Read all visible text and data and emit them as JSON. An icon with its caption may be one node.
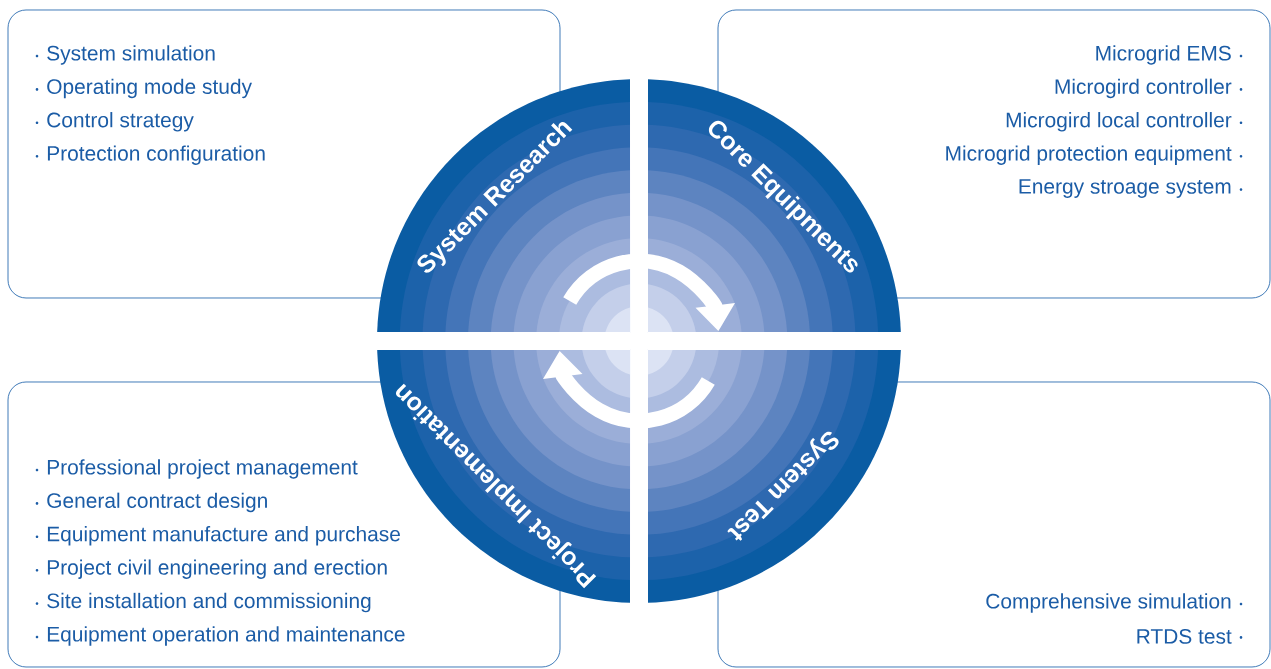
{
  "diagram": {
    "nodes": [
      {
        "text": [
          "System simulation",
          "Operating mode study",
          "Control strategy",
          "Protection configuration"
        ]
      },
      {
        "text": [
          "Microgrid EMS",
          "Microgird controller",
          "Microgird local controller",
          "Microgrid protection equipment",
          "Energy stroage system"
        ]
      },
      {
        "text": [
          "Professional project management",
          "General contract design",
          "Equipment manufacture and purchase",
          "Project civil engineering and erection",
          "Site installation and commissioning",
          "Equipment operation and maintenance"
        ]
      },
      {
        "text": [
          "Comprehensive simulation",
          "RTDS test"
        ]
      },
      {
        "text": [
          "System Research"
        ]
      },
      {
        "text": [
          "Core Equipments"
        ]
      },
      {
        "text": [
          "Project Implementation"
        ]
      },
      {
        "text": [
          "System Test"
        ]
      }
    ],
    "edges": [
      {
        "from": 4,
        "to": 5,
        "arrow": "to"
      },
      {
        "from": 7,
        "to": 6,
        "arrow": "to"
      }
    ]
  }
}
